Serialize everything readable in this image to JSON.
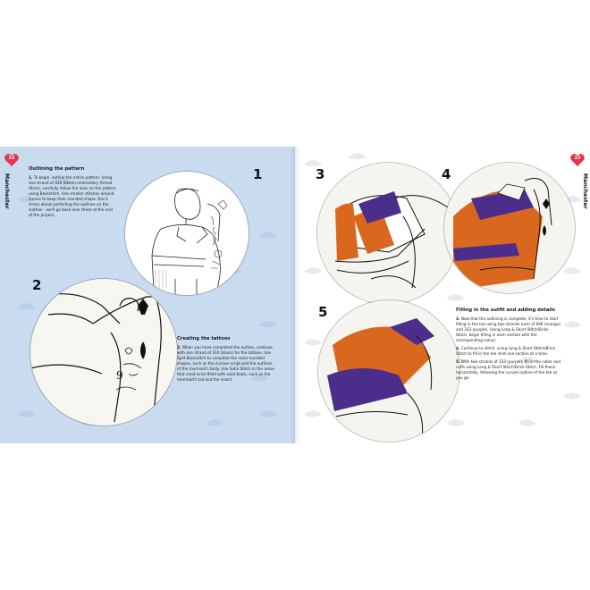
{
  "left_page": {
    "page_number": "22",
    "side_label": "Manchester",
    "outline_section": {
      "title": "Outlining the pattern",
      "step_number": "1.",
      "body": "To begin, outline the entire pattern. Using one strand of 310 (black) embroidery thread (floss), carefully follow the lines on the pattern using Backstitch. Use smaller stitches around curves to keep their rounded shape. Don't stress about perfecting the outlines on the clothes – we'll go back over these at the end of the project."
    },
    "tattoo_section": {
      "title": "Creating the tattoos",
      "step_number": "2.",
      "body": "When you have completed the outline, continue with one strand of 310 (black) for the tattoos. Use Split Backstitch to complete the more rounded shapes, such as the cursive script and the outlines of the mermaid's body. Use Satin Stitch in the areas that need to be filled with solid black, such as the mermaid's tail and the insect."
    },
    "step_labels": [
      "1",
      "2"
    ]
  },
  "right_page": {
    "page_number": "23",
    "side_label": "Manchester",
    "fill_section": {
      "title": "Filling in the outfit and adding details",
      "step3_number": "3.",
      "step3_body": "Now that the outlining is complete, it's time to start filling in the tee using two strands each of 946 (orange) and 333 (purple). Using Long & Short Stitch/Brick Stitch, begin filling in each section with the corresponding colour.",
      "step4_number": "4.",
      "step4_body": "Continue to stitch, using Long & Short Stitch/Brick Stitch to fill in the tee shirt one section at a time.",
      "step5_number": "5.",
      "step5_body": "With two strands of 333 (purple), fill in the collar and cuffs using Long & Short Stitch/Brick Stitch. Fill these horizontally, following the curved outline of the tee as you go."
    },
    "step_labels": [
      "3",
      "4",
      "5"
    ]
  },
  "colors": {
    "left_background": "#c9dcef",
    "heart": "#e2344a",
    "orange_thread": "#d9681e",
    "purple_thread": "#4b2d8c",
    "fabric": "#f6f4ef"
  }
}
